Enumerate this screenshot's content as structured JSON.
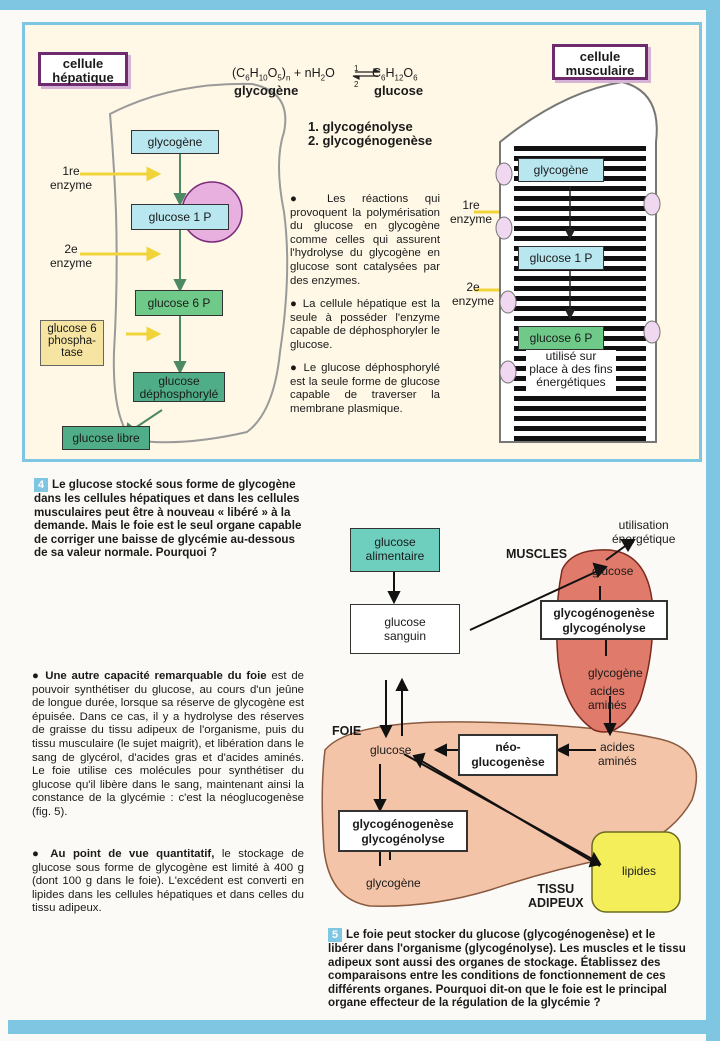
{
  "top": {
    "liver_cell_label": "cellule\nhépatique",
    "muscle_cell_label": "cellule\nmusculaire",
    "equation": {
      "left": "(C6H10O5)n + nH2O",
      "right": "C6H12O6",
      "left_name": "glycogène",
      "right_name": "glucose",
      "step1": "1",
      "step2": "2"
    },
    "processes": [
      "1. glycogénolyse",
      "2. glycogénogenèse"
    ],
    "liver": {
      "glycogene": "glycogène",
      "glucose1p": "glucose 1 P",
      "glucose6p": "glucose 6 P",
      "dephos": "glucose\ndéphosphorylé",
      "libre": "glucose libre",
      "enzyme1": "1re\nenzyme",
      "enzyme2": "2e\nenzyme",
      "phosphatase": "glucose 6\nphospha-\ntase"
    },
    "bullets": [
      "Les réactions qui provoquent la polymérisation du glucose en glycogène comme celles qui assurent l'hydrolyse du glycogène en glucose sont catalysées par des enzymes.",
      "La cellule hépatique est la seule à posséder l'enzyme capable de déphosphoryler le glucose.",
      "Le glucose déphosphorylé est la seule forme de glucose capable de traverser la membrane plasmique."
    ],
    "muscle": {
      "glycogene": "glycogène",
      "glucose1p": "glucose 1 P",
      "glucose6p": "glucose 6 P",
      "used": "utilisé sur\nplace à des fins\nénergétiques",
      "enzyme1": "1re\nenzyme",
      "enzyme2": "2e\nenzyme"
    }
  },
  "caption4": {
    "number": "4",
    "text": "Le glucose stocké sous forme de glycogène dans les cellules hépatiques et dans les cellules musculaires peut être à nouveau « libéré » à la demande. Mais le foie est le seul organe capable de corriger une baisse de glycémie au-dessous de sa valeur normale. Pourquoi ?"
  },
  "left_text": {
    "p1_lead": "Une autre capacité remarquable du foie",
    "p1": " est de pouvoir synthétiser du glucose, au cours d'un jeûne de longue durée, lorsque sa réserve de glycogène est épuisée. Dans ce cas, il y a hydrolyse des réserves de graisse du tissu adipeux de l'organisme, puis du tissu musculaire (le sujet maigrit), et libération dans le sang de glycérol, d'acides gras et d'acides aminés. Le foie utilise ces molécules pour synthétiser du glucose qu'il libère dans le sang, maintenant ainsi la constance de la glycémie : c'est la néoglucogenèse (fig. 5).",
    "p2_lead": "Au point de vue quantitatif,",
    "p2": " le stockage de glucose sous forme de glycogène est limité à 400 g (dont 100 g dans le foie). L'excédent est converti en lipides dans les cellules hépatiques et dans celles du tissu adipeux."
  },
  "diagram5": {
    "glucose_alimentaire": "glucose\nalimentaire",
    "glucose_sanguin": "glucose\nsanguin",
    "utilisation": "utilisation\nénergétique",
    "muscles": "MUSCLES",
    "muscle_glucose": "glucose",
    "muscle_process": "glycogénogenèse\nglycogénolyse",
    "muscle_glycogene": "glycogène",
    "muscle_acides": "acides\naminés",
    "foie": "FOIE",
    "foie_glucose": "glucose",
    "neo": "néo-\nglucogenèse",
    "acides_amines": "acides\naminés",
    "foie_process": "glycogénogenèse\nglycogénolyse",
    "foie_glycogene": "glycogène",
    "lipides": "lipides",
    "tissu": "TISSU\nADIPEUX"
  },
  "caption5": {
    "number": "5",
    "text": "Le foie peut stocker du glucose (glycogénogenèse) et le libérer dans l'organisme (glycogénolyse). Les muscles et le tissu adipeux sont aussi des organes de stockage. Établissez des comparaisons entre les conditions de fonctionnement de ces différents organes. Pourquoi dit-on que le foie est le principal organe effecteur de la régulation de la glycémie ?"
  },
  "colors": {
    "frame": "#7fc6e2",
    "green": "#6fca8a",
    "blue": "#b9e7ef",
    "liver": "#f4c4a8",
    "muscle": "#e07a6a",
    "fat": "#f3ee5a"
  }
}
